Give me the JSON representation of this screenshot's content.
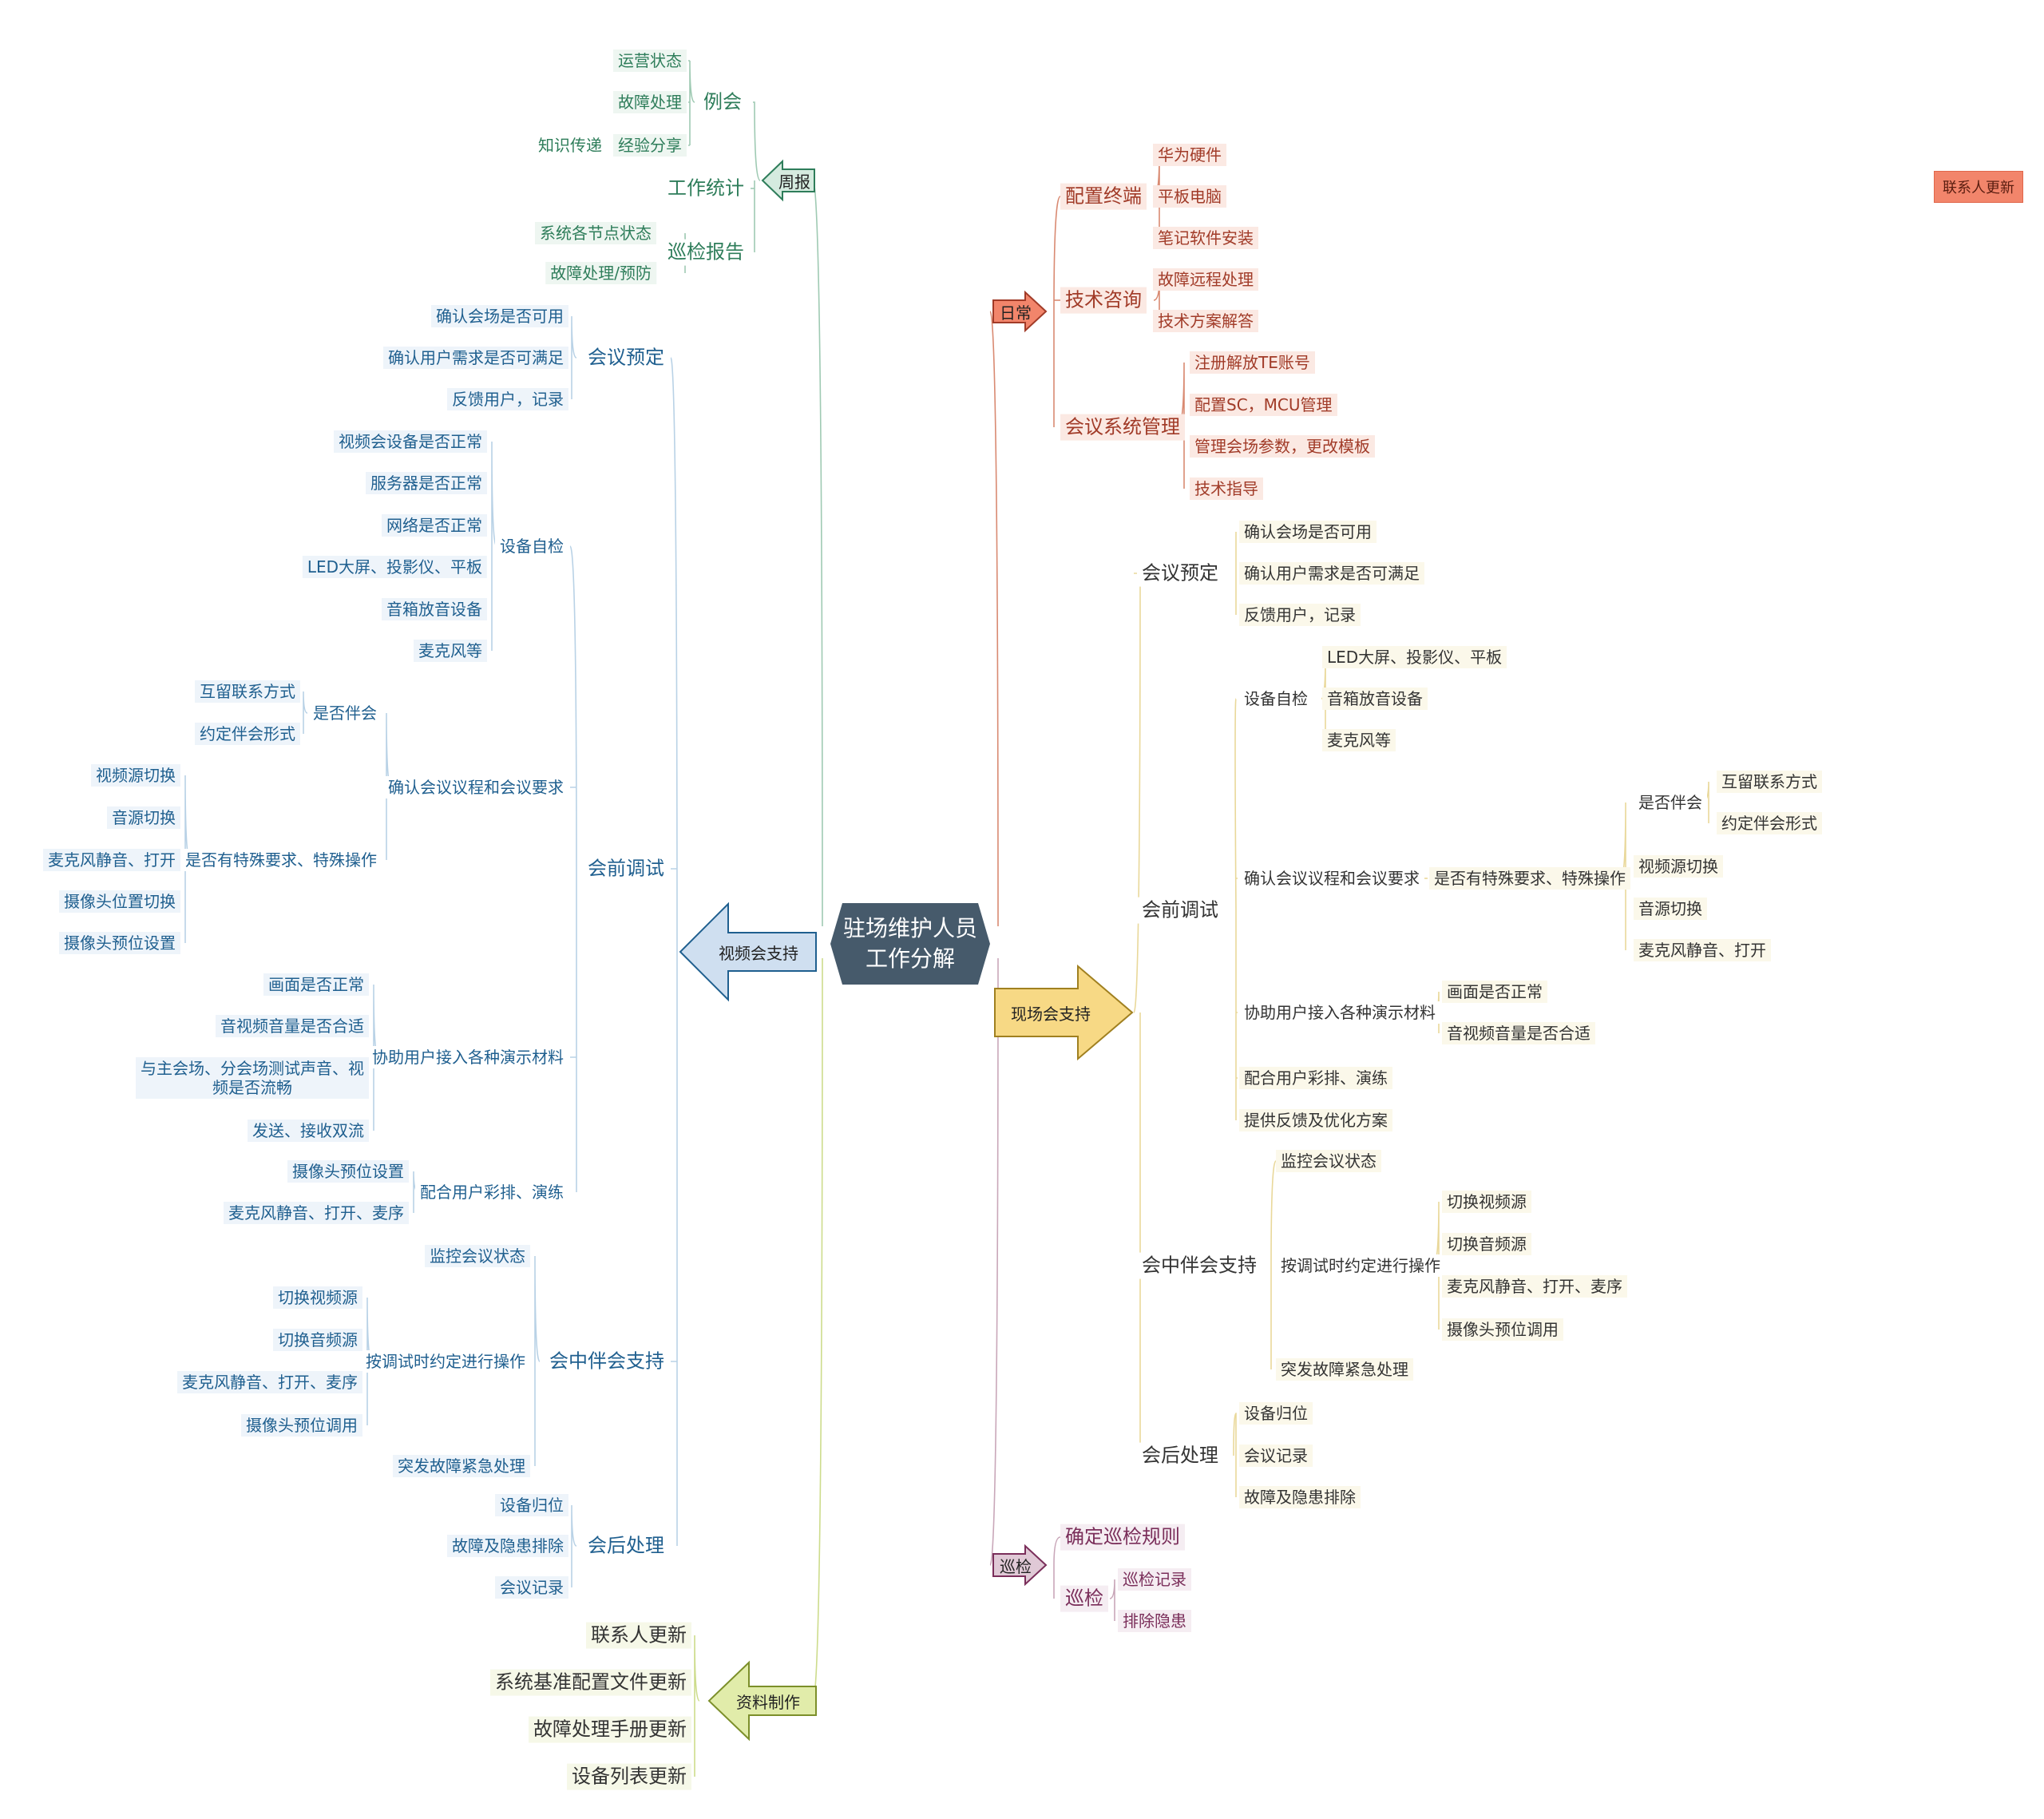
{
  "center": {
    "line1": "驻场维护人员",
    "line2": "工作分解"
  },
  "tag": "联系人更新",
  "zhoubao": {
    "label": "周报",
    "lihui": {
      "label": "例会",
      "items": [
        "运营状态",
        "故障处理",
        "经验分享"
      ],
      "extra": "知识传递"
    },
    "gongzuo": "工作统计",
    "xunjian": {
      "label": "巡检报告",
      "items": [
        "系统各节点状态",
        "故障处理/预防"
      ]
    }
  },
  "video": {
    "label": "视频会支持",
    "yuding": {
      "label": "会议预定",
      "items": [
        "确认会场是否可用",
        "确认用户需求是否可满足",
        "反馈用户，记录"
      ]
    },
    "tiaoshi": {
      "label": "会前调试",
      "zijian": {
        "label": "设备自检",
        "items": [
          "视频会设备是否正常",
          "服务器是否正常",
          "网络是否正常",
          "LED大屏、投影仪、平板",
          "音箱放音设备",
          "麦克风等"
        ]
      },
      "queren": {
        "label": "确认会议议程和会议要求",
        "banhui": {
          "label": "是否伴会",
          "items": [
            "互留联系方式",
            "约定伴会形式"
          ]
        },
        "teshu": {
          "label": "是否有特殊要求、特殊操作",
          "items": [
            "视频源切换",
            "音源切换",
            "麦克风静音、打开",
            "摄像头位置切换",
            "摄像头预位设置"
          ]
        }
      },
      "xiezhu": {
        "label": "协助用户接入各种演示材料",
        "items": [
          "画面是否正常",
          "音视频音量是否合适",
          "与主会场、分会场测试声音、视",
          "频是否流畅",
          "发送、接收双流"
        ]
      },
      "caipai": {
        "label": "配合用户彩排、演练",
        "items": [
          "摄像头预位设置",
          "麦克风静音、打开、麦序"
        ]
      }
    },
    "banhui": {
      "label": "会中伴会支持",
      "jiankong": "监控会议状态",
      "anzhao": {
        "label": "按调试时约定进行操作",
        "items": [
          "切换视频源",
          "切换音频源",
          "麦克风静音、打开、麦序",
          "摄像头预位调用"
        ]
      },
      "tufa": "突发故障紧急处理"
    },
    "houchuli": {
      "label": "会后处理",
      "items": [
        "设备归位",
        "故障及隐患排除",
        "会议记录"
      ]
    }
  },
  "ziliao": {
    "label": "资料制作",
    "items": [
      "联系人更新",
      "系统基准配置文件更新",
      "故障处理手册更新",
      "设备列表更新"
    ]
  },
  "richang": {
    "label": "日常",
    "peizhi": {
      "label": "配置终端",
      "items": [
        "华为硬件",
        "平板电脑",
        "笔记软件安装"
      ]
    },
    "jishu": {
      "label": "技术咨询",
      "items": [
        "故障远程处理",
        "技术方案解答"
      ]
    },
    "huiyi": {
      "label": "会议系统管理",
      "items": [
        "注册解放TE账号",
        "配置SC，MCU管理",
        "管理会场参数，更改模板",
        "技术指导"
      ]
    }
  },
  "xianchang": {
    "label": "现场会支持",
    "yuding": {
      "label": "会议预定",
      "items": [
        "确认会场是否可用",
        "确认用户需求是否可满足",
        "反馈用户，记录"
      ]
    },
    "tiaoshi": {
      "label": "会前调试",
      "zijian": {
        "label": "设备自检",
        "items": [
          "LED大屏、投影仪、平板",
          "音箱放音设备",
          "麦克风等"
        ]
      },
      "queren": {
        "label": "确认会议议程和会议要求",
        "teshu": {
          "label": "是否有特殊要求、特殊操作",
          "banhui": {
            "label": "是否伴会",
            "items": [
              "互留联系方式",
              "约定伴会形式"
            ]
          },
          "items": [
            "视频源切换",
            "音源切换",
            "麦克风静音、打开"
          ]
        }
      },
      "xiezhu": {
        "label": "协助用户接入各种演示材料",
        "items": [
          "画面是否正常",
          "音视频音量是否合适"
        ]
      },
      "caipai": "配合用户彩排、演练",
      "fankui": "提供反馈及优化方案"
    },
    "banhui": {
      "label": "会中伴会支持",
      "jiankong": "监控会议状态",
      "anzhao": {
        "label": "按调试时约定进行操作",
        "items": [
          "切换视频源",
          "切换音频源",
          "麦克风静音、打开、麦序",
          "摄像头预位调用"
        ]
      },
      "tufa": "突发故障紧急处理"
    },
    "houchuli": {
      "label": "会后处理",
      "items": [
        "设备归位",
        "会议记录",
        "故障及隐患排除"
      ]
    }
  },
  "xunjian": {
    "label": "巡检",
    "guize": "确定巡检规则",
    "sub": {
      "label": "巡检",
      "items": [
        "巡检记录",
        "排除隐患"
      ]
    }
  },
  "colors": {
    "green": "#2e7d5a",
    "blue": "#1f5f8f",
    "red": "#a13b28",
    "yellow": "#d9b84a",
    "purple": "#7a2e5a",
    "center": "#465a6b"
  }
}
